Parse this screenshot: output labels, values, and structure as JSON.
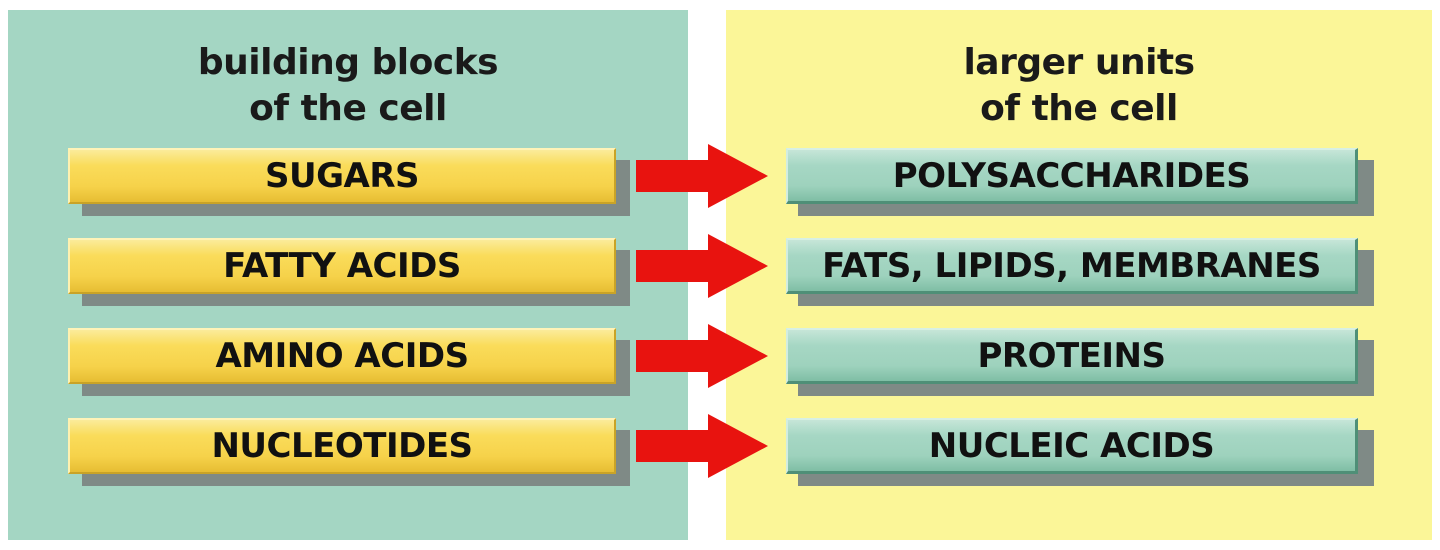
{
  "left_panel": {
    "title_line1": "building blocks",
    "title_line2": "of the cell",
    "color": "#a4d6c3"
  },
  "right_panel": {
    "title_line1": "larger units",
    "title_line2": "of the cell",
    "color": "#fbf698"
  },
  "rows": [
    {
      "from": "SUGARS",
      "to": "POLYSACCHARIDES"
    },
    {
      "from": "FATTY ACIDS",
      "to": "FATS, LIPIDS, MEMBRANES"
    },
    {
      "from": "AMINO ACIDS",
      "to": "PROTEINS"
    },
    {
      "from": "NUCLEOTIDES",
      "to": "NUCLEIC ACIDS"
    }
  ],
  "colors": {
    "building_block_box": "#fadc5a",
    "larger_unit_box": "#a6d7c4",
    "arrow": "#e8130f",
    "shadow": "#7f8a86"
  }
}
